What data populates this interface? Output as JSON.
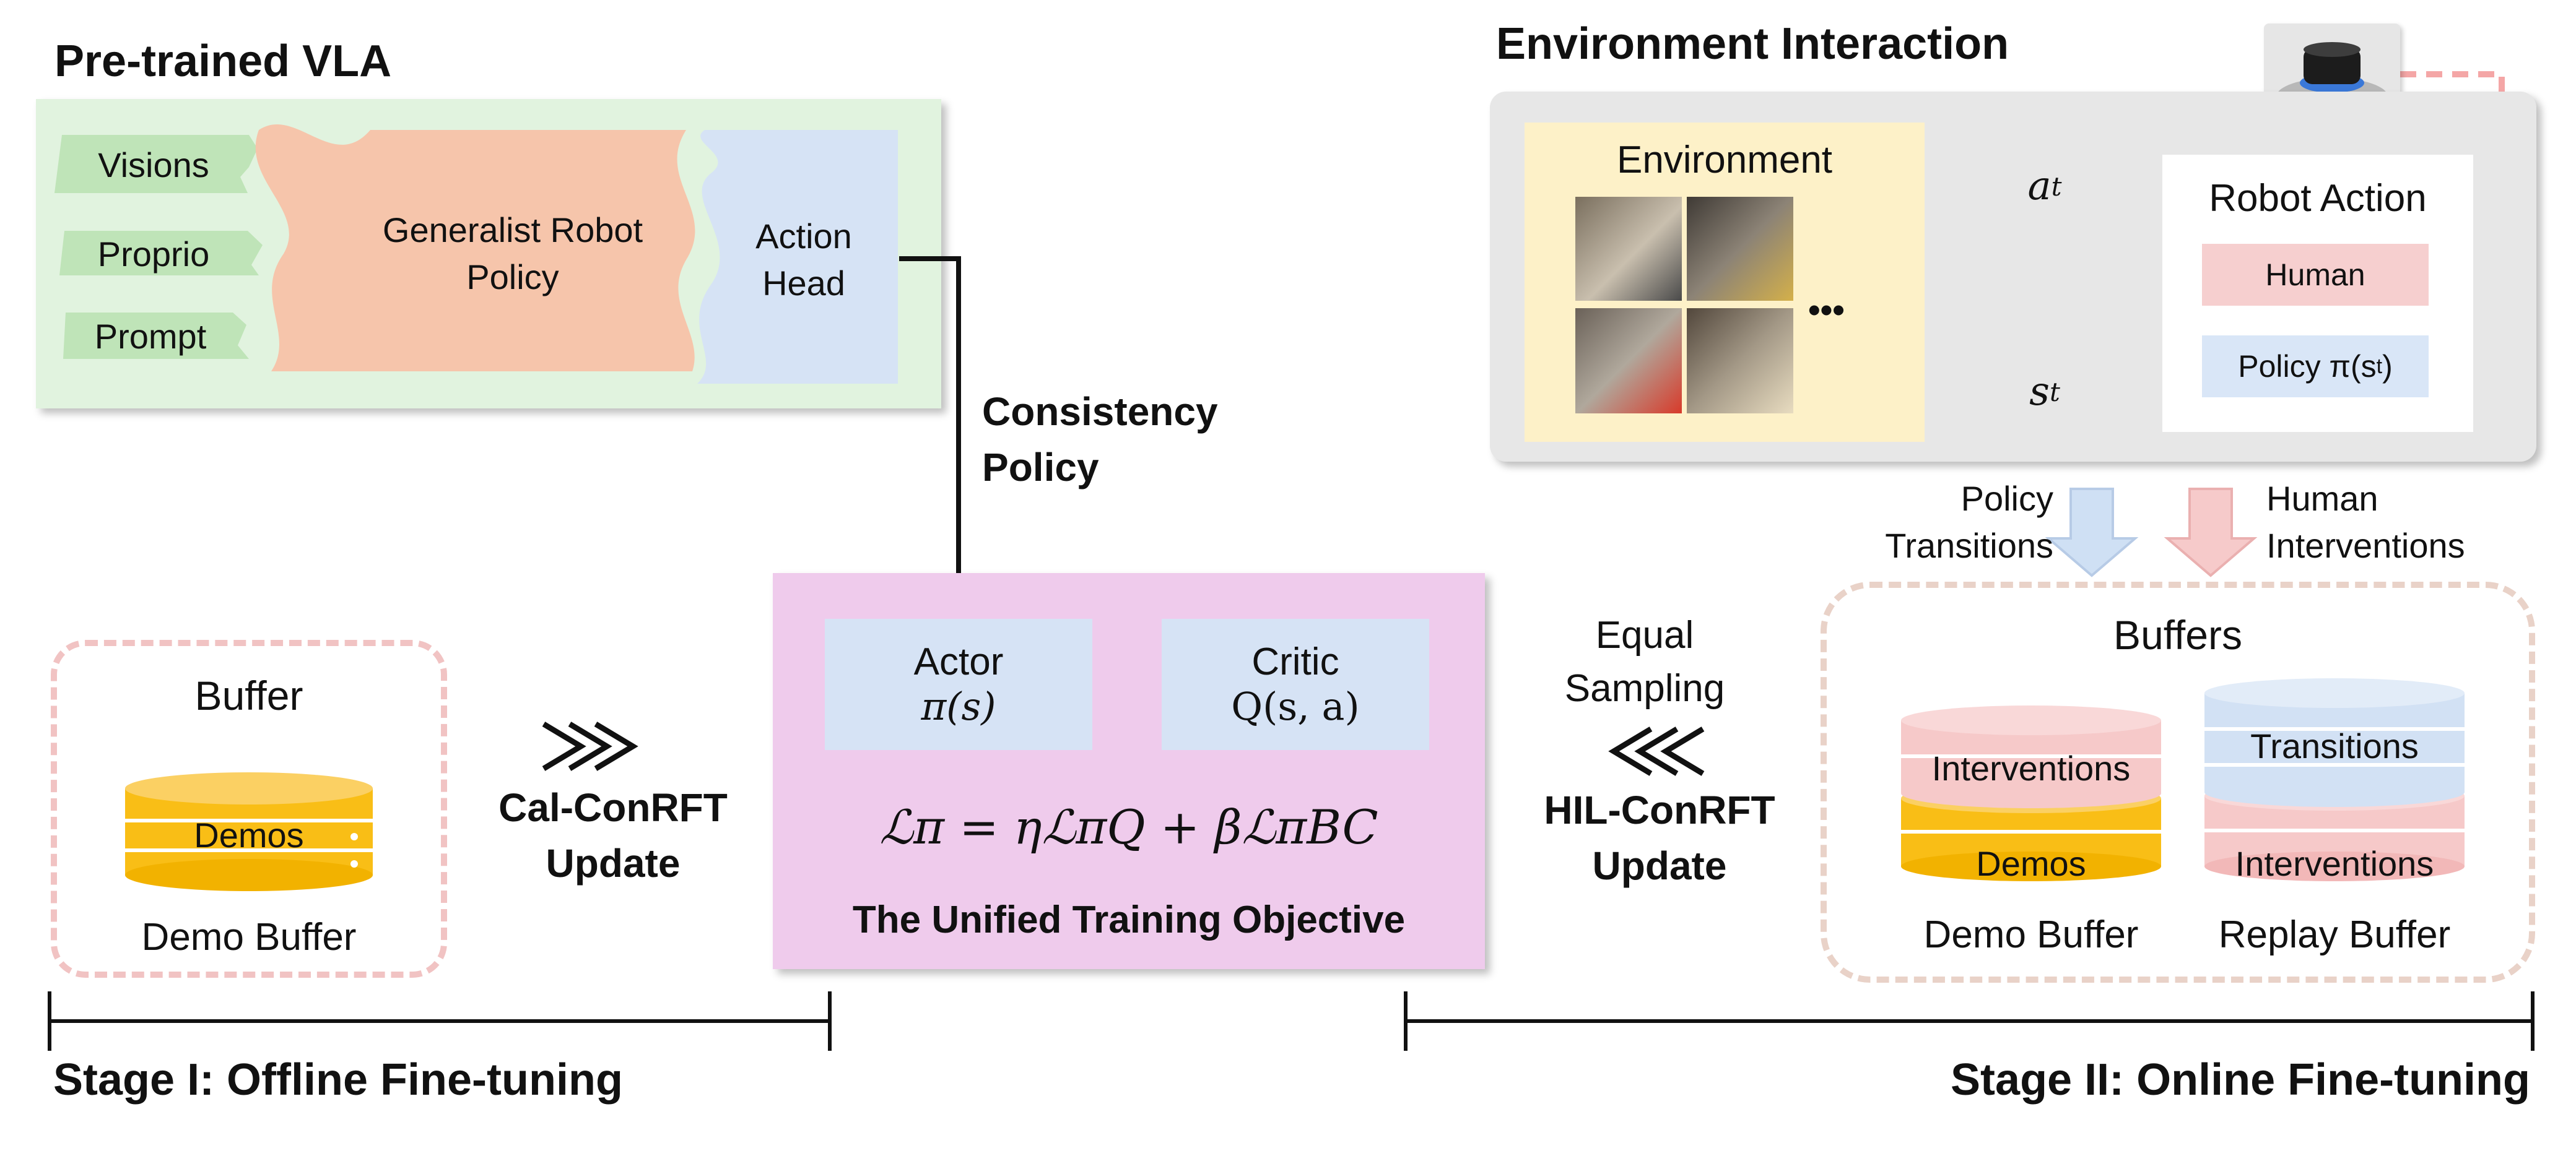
{
  "pretrained": {
    "title": "Pre-trained VLA",
    "inputs": [
      "Visions",
      "Proprio",
      "Prompt"
    ],
    "policy_label": "Generalist Robot Policy",
    "head_label": "Action Head"
  },
  "consistency_label": "Consistency Policy",
  "env": {
    "title": "Environment Interaction",
    "environment_label": "Environment",
    "ellipsis": "•••",
    "a_label": "a",
    "a_sub": "t",
    "s_label": "s",
    "s_sub": "t",
    "robot_action_label": "Robot Action",
    "human_label": "Human",
    "policy_label": "Policy π(s",
    "policy_sub": "t",
    "policy_close": ")"
  },
  "flows": {
    "policy_transitions": "Policy Transitions",
    "human_interventions": "Human Interventions"
  },
  "offline": {
    "buffer_title": "Buffer",
    "demos_label": "Demos",
    "demo_buffer_label": "Demo Buffer",
    "update_label": "Cal-ConRFT Update"
  },
  "objective": {
    "actor_label": "Actor",
    "actor_math": "π(s)",
    "critic_label": "Critic",
    "critic_math": "Q(s, a)",
    "formula": "ℒπ = ηℒπQ + βℒπBC",
    "title": "The Unified Training Objective"
  },
  "online": {
    "equal_sampling": "Equal Sampling",
    "update_label": "HIL-ConRFT Update",
    "buffers_title": "Buffers",
    "demo_interventions": "Interventions",
    "demo_demos": "Demos",
    "demo_buffer_label": "Demo Buffer",
    "replay_transitions": "Transitions",
    "replay_interventions": "Interventions",
    "replay_buffer_label": "Replay Buffer"
  },
  "stages": {
    "stage1": "Stage I: Offline Fine-tuning",
    "stage2": "Stage II: Online Fine-tuning"
  },
  "colors": {
    "vla_bg": "#e1f3df",
    "input_green": "#bfe4b8",
    "policy_orange": "#f6c5ab",
    "head_blue": "#d6e3f5",
    "env_gray": "#e7e7e7",
    "env_yellow": "#fdf1c8",
    "human_pink": "#f6cfcf",
    "policy_blue": "#d9e6f7",
    "objective_pink": "#efcbec",
    "buffer_dash_pink": "#f1c3c3",
    "buffers_dash_tan": "#e9d2c8",
    "demo_gold": "#f9be16",
    "transitions_blue": "#d2e1f4"
  },
  "icons": [
    "space-mouse-icon",
    "robot-photo-icon",
    "database-icon",
    "chevron-arrow-icon"
  ]
}
